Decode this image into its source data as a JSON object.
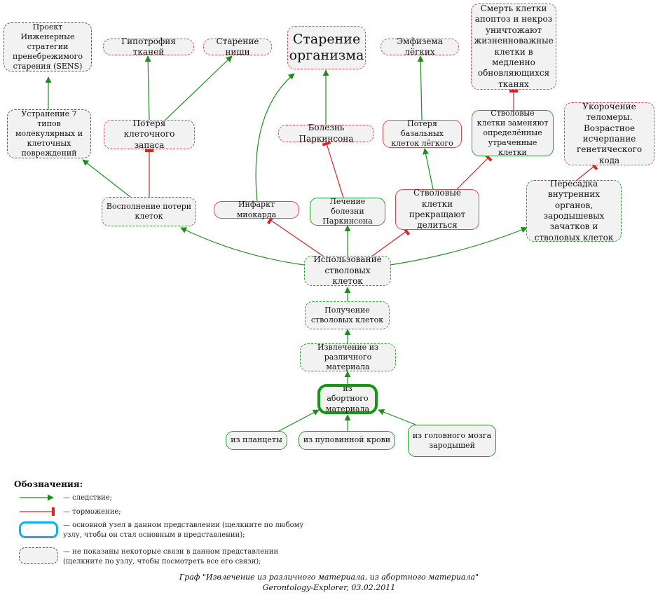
{
  "nodes": {
    "sens": "Проект Инженерные стратегии пренебрежимого старения (SENS)",
    "hypotrophy": "Гипотрофия тканей",
    "niche_aging": "Старение ниши",
    "organism_aging": "Старение организма",
    "emphysema": "Эмфизема лёгких",
    "cell_death": "Смерть клетки апоптоз и некроз уничтожают жизненноважные клетки в медленно обновляющихся тканях",
    "seven_types": "Устранение 7 типов молекулярных и клеточных повреждений",
    "cell_loss": "Потеря клеточного запаса",
    "parkinson": "Болезнь Паркинсона",
    "alveolar_loss": "Потеря базальных клеток лёгкого",
    "sc_replace": "Стволовые клетки заменяют определённые утраченные клетки",
    "telomere": "Укорочение теломеры. Возрастное исчерпание генетического кода",
    "replenish": "Восполнение потери клеток",
    "infarct": "Инфаркт миокарда",
    "parkinson_treat": "Лечение болезни Паркинсона",
    "sc_stop": "Стволовые клетки прекращают делиться",
    "transplant": "Пересадка внутренних органов, зародышевых зачатков и стволовых клеток",
    "sc_use": "Использование стволовых клеток",
    "sc_get": "Получение стволовых клеток",
    "extract": "Извлечение из различного материала",
    "abortive": "из абортного материала",
    "placenta": "из планцеты",
    "cord_blood": "из пуповинной крови",
    "fetal_brain": "из головного мозга зародышей"
  },
  "legend": {
    "title": "Обозначения:",
    "consequence": "— следствие;",
    "inhibition": "— торможение;",
    "main_node": "— основной узел в данном представлении (щелкните по любому узлу, чтобы он стал основным в представлении);",
    "hidden_links": "— не показаны некоторые связи в данном представлении (щелкните по узлу, чтобы посмотреть все его связи);"
  },
  "footer": {
    "title": "Граф \"Извлечение из различного материала, из абортного материала\"",
    "source": "Gerontology-Explorer, 03.02.2011"
  },
  "colors": {
    "consequence": "#1a8f1a",
    "inhibition": "#e02020",
    "main_highlight": "#11b0e8",
    "hidden_border": "#555555"
  }
}
